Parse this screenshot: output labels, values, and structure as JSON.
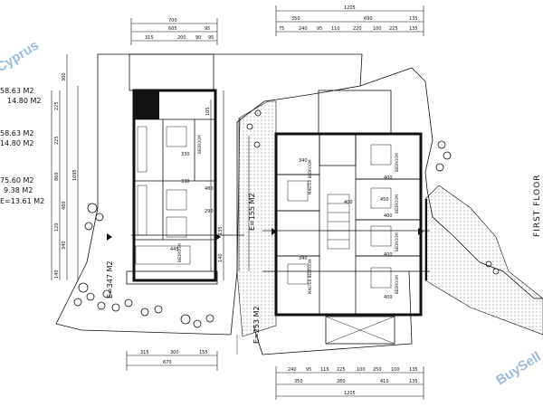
{
  "watermarks": {
    "top": "Cyprus",
    "bottom": "BuySell"
  },
  "floor_label": "FIRST FLOOR",
  "areas_left": [
    "58.63 M2",
    "14.80 M2",
    "58.63 M2",
    "14.80 M2",
    "75.60 M2",
    "9.38 M2",
    "E=13.61 M2"
  ],
  "plot_areas": {
    "left_plot": "E=347 M2",
    "right_plot_a": "E=155 M2",
    "right_plot_b": "E=253 M2"
  },
  "room_labels": {
    "bedroom": "BEDROOM",
    "master_bedroom": "MASTER BEDROOM"
  },
  "dims_top_left": {
    "total": "700",
    "row2": [
      "605",
      "95"
    ],
    "row3": [
      "315",
      "200",
      "90",
      "95"
    ]
  },
  "dims_top_right": {
    "total": "1205",
    "row2": [
      "350",
      "690",
      "135"
    ],
    "row3": [
      "75",
      "240",
      "95",
      "110",
      "220",
      "100",
      "225",
      "135"
    ]
  },
  "dims_bottom_left": {
    "row1": [
      "315",
      "300",
      "155"
    ],
    "row2": [
      "670"
    ]
  },
  "dims_bottom_right": {
    "row1": [
      "240",
      "95",
      "115",
      "225",
      "100",
      "250",
      "100",
      "135"
    ],
    "row2": [
      "350",
      "280",
      "410",
      "135"
    ],
    "total": "1205"
  },
  "dims_left_vertical": [
    "300",
    "225",
    "225",
    "860",
    "1095",
    "480",
    "120",
    "340",
    "140",
    "135",
    "140",
    "105"
  ],
  "dims_room": [
    "330",
    "330",
    "445",
    "340",
    "400",
    "400",
    "450",
    "400",
    "400",
    "340",
    "400",
    "480",
    "290"
  ]
}
